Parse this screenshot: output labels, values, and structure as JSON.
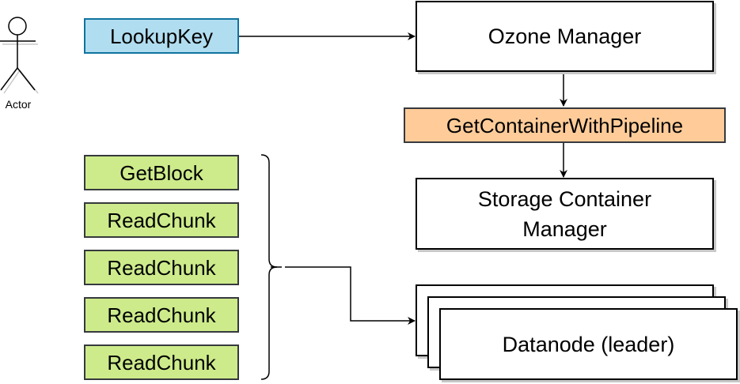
{
  "diagram": {
    "actor": {
      "label": "Actor"
    },
    "request": {
      "label": "LookupKey",
      "fill": "#b1ddf0",
      "stroke": "#10739e"
    },
    "ozone_manager": {
      "label": "Ozone Manager"
    },
    "scm_request": {
      "label": "GetContainerWithPipeline",
      "fill": "#ffcc99",
      "stroke": "#36393d"
    },
    "storage_container_manager": {
      "label_line1": "Storage Container",
      "label_line2": "Manager"
    },
    "datanode_calls": {
      "fill": "#cdeb8b",
      "stroke": "#36393d",
      "items": [
        {
          "label": "GetBlock"
        },
        {
          "label": "ReadChunk"
        },
        {
          "label": "ReadChunk"
        },
        {
          "label": "ReadChunk"
        },
        {
          "label": "ReadChunk"
        }
      ]
    },
    "datanode": {
      "label": "Datanode (leader)",
      "stack_count": 3
    },
    "edges": [
      {
        "from": "LookupKey",
        "to": "Ozone Manager"
      },
      {
        "from": "Ozone Manager",
        "to": "GetContainerWithPipeline"
      },
      {
        "from": "GetContainerWithPipeline",
        "to": "Storage Container Manager"
      },
      {
        "from": "datanode calls group",
        "to": "Datanode (leader)"
      }
    ]
  }
}
